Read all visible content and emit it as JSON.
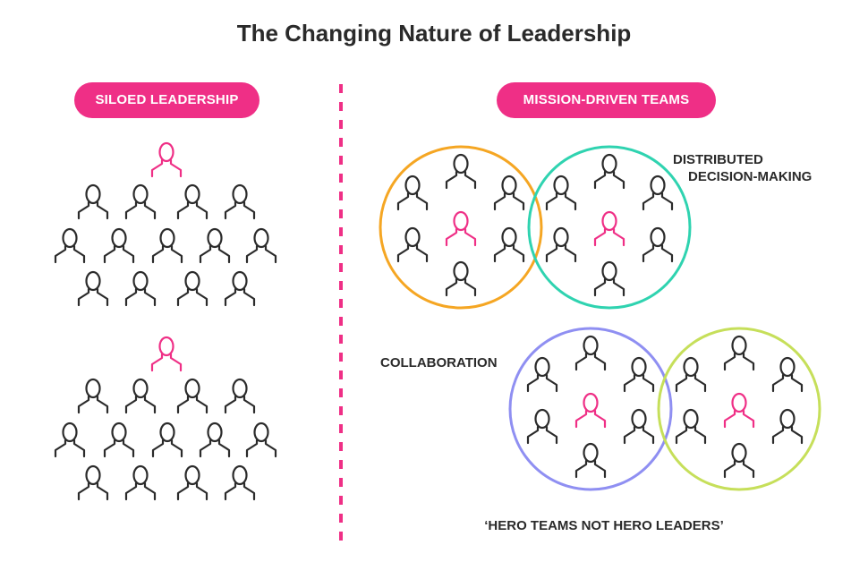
{
  "title": "The Changing Nature of Leadership",
  "left_panel": {
    "heading": "SILOED LEADERSHIP"
  },
  "right_panel": {
    "heading": "MISSION-DRIVEN TEAMS",
    "label_distributed_line1": "DISTRIBUTED",
    "label_distributed_line2": "DECISION-MAKING",
    "label_collaboration": "COLLABORATION",
    "label_hero": "‘HERO TEAMS NOT HERO LEADERS’"
  },
  "colors": {
    "accent_pink": "#ef2f86",
    "person_stroke": "#2b2b2b",
    "circle_orange": "#f5a623",
    "circle_teal": "#2fd3b0",
    "circle_purple": "#8f8ff2",
    "circle_lime": "#c6df5a",
    "divider": "#ef2f86"
  },
  "icons": {
    "person": "person-icon",
    "leader": "leader-person-icon"
  }
}
